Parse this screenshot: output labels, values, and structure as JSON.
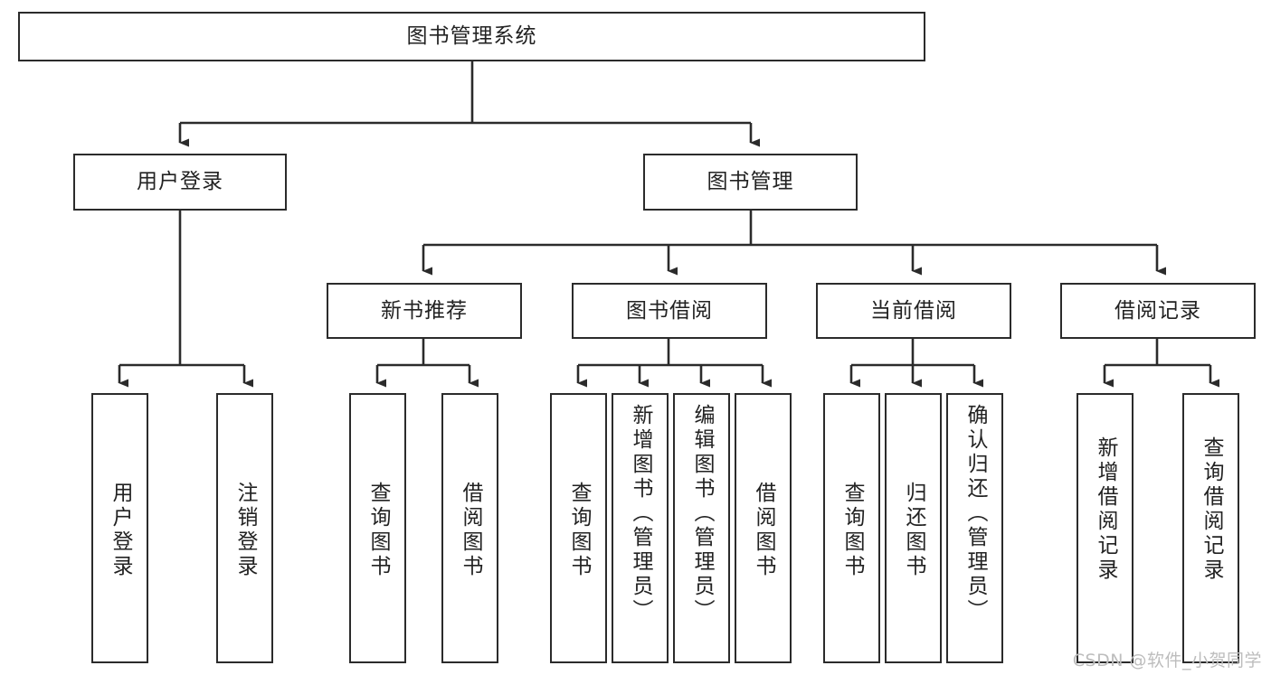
{
  "diagram": {
    "title": "图书管理系统",
    "type": "tree-hierarchy-chart",
    "line_color": "#2b2b2b",
    "box_fill": "#ffffff",
    "text_color": "#222222",
    "watermark": "CSDN @软件_小贺同学",
    "nodes": {
      "root": {
        "label": "图书管理系统"
      },
      "level1": [
        {
          "key": "user_login",
          "label": "用户登录"
        },
        {
          "key": "book_manage",
          "label": "图书管理"
        }
      ],
      "level2": [
        {
          "key": "new_book_rec",
          "label": "新书推荐"
        },
        {
          "key": "book_borrow",
          "label": "图书借阅"
        },
        {
          "key": "current_borrow",
          "label": "当前借阅"
        },
        {
          "key": "borrow_record",
          "label": "借阅记录"
        }
      ],
      "leaves": {
        "user_login": [
          {
            "key": "login",
            "label": "用户登录"
          },
          {
            "key": "logout",
            "label": "注销登录"
          }
        ],
        "new_book_rec": [
          {
            "key": "query_book_a",
            "label": "查询图书"
          },
          {
            "key": "borrow_book_a",
            "label": "借阅图书"
          }
        ],
        "book_borrow": [
          {
            "key": "query_book_b",
            "label": "查询图书"
          },
          {
            "key": "add_book",
            "label": "新增图书（管理员）"
          },
          {
            "key": "edit_book",
            "label": "编辑图书（管理员）"
          },
          {
            "key": "borrow_book_b",
            "label": "借阅图书"
          }
        ],
        "current_borrow": [
          {
            "key": "query_book_c",
            "label": "查询图书"
          },
          {
            "key": "return_book",
            "label": "归还图书"
          },
          {
            "key": "confirm_return",
            "label": "确认归还（管理员）"
          }
        ],
        "borrow_record": [
          {
            "key": "add_record",
            "label": "新增借阅记录"
          },
          {
            "key": "query_record",
            "label": "查询借阅记录"
          }
        ]
      }
    }
  }
}
